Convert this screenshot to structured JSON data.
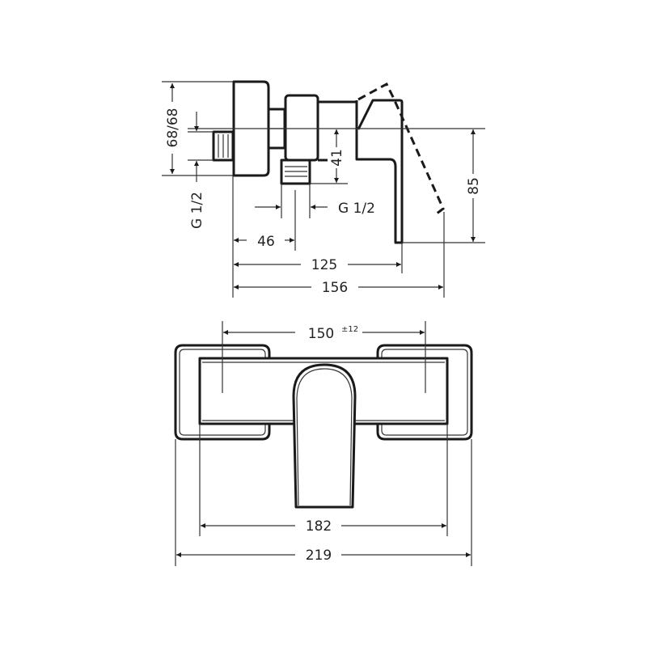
{
  "side_view": {
    "dim_height_wall": "68/68",
    "dim_inlet_thread": "G 1/2",
    "dim_outlet_thread": "G 1/2",
    "dim_outlet_height": "41",
    "dim_lever_height": "85",
    "dim_outlet_offset": "46",
    "dim_depth_body": "125",
    "dim_depth_total": "156"
  },
  "front_view": {
    "dim_centers": "150",
    "dim_centers_tolerance": "±12",
    "dim_body_width": "182",
    "dim_total_width": "219"
  }
}
